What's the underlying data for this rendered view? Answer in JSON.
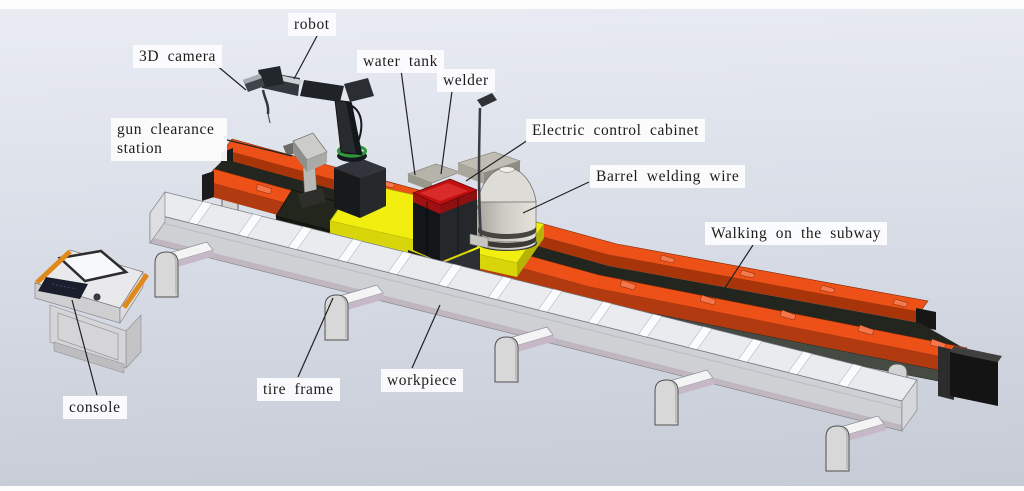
{
  "figure": {
    "type": "annotated-3d-diagram",
    "description": "Robotic welding workstation travelling on rails over a long workpiece frame",
    "labels": [
      {
        "id": "robot",
        "text": "robot"
      },
      {
        "id": "camera-3d",
        "text": "3D camera"
      },
      {
        "id": "water-tank",
        "text": "water tank"
      },
      {
        "id": "welder",
        "text": "welder"
      },
      {
        "id": "gun-clearance-station",
        "text": "gun clearance station"
      },
      {
        "id": "electric-control-cabinet",
        "text": "Electric control cabinet"
      },
      {
        "id": "barrel-welding-wire",
        "text": "Barrel welding wire"
      },
      {
        "id": "walking-on-the-subway",
        "text": "Walking on the subway"
      },
      {
        "id": "tire-frame",
        "text": "tire frame"
      },
      {
        "id": "workpiece",
        "text": "workpiece"
      },
      {
        "id": "console",
        "text": "console"
      }
    ]
  },
  "palette": {
    "background_top": "#e9ecf3",
    "background_bottom": "#c6cbd6",
    "rail_orange": "#ee5117",
    "rail_shadow": "#b23a10",
    "platform_yellow": "#f2ef10",
    "welder_red": "#c21010",
    "robot_ring_green": "#2f9939",
    "beam_mauve": "#c6b8c6",
    "console_trim_orange": "#e0891b",
    "label_bg": "#fcfcfd",
    "label_text": "#1c1c1c"
  }
}
